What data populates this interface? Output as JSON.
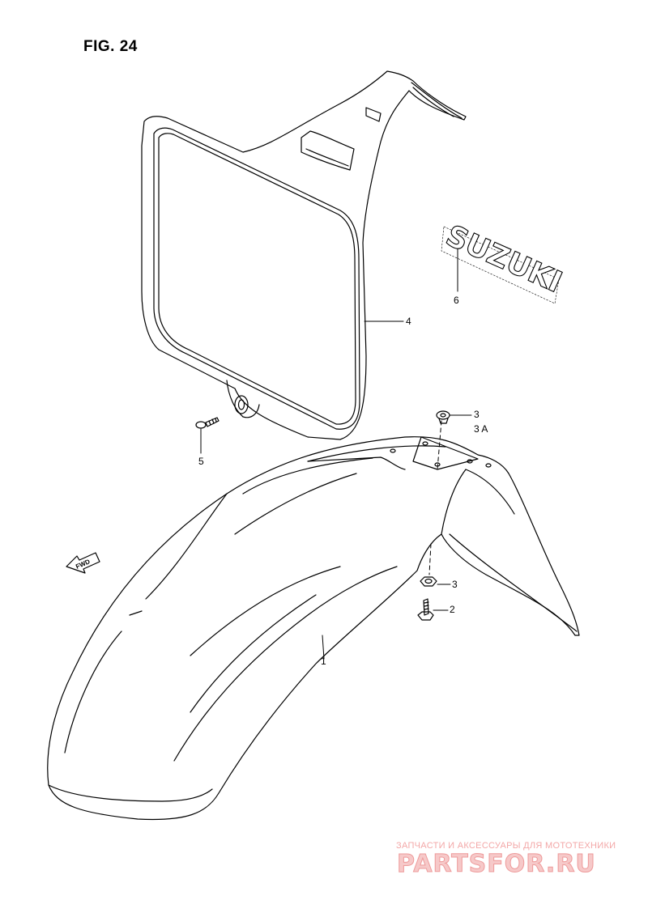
{
  "figure": {
    "title": "FIG. 24"
  },
  "emblem_text": "SUZUKI",
  "fwd_label": "FWD",
  "callouts": {
    "p1": "1",
    "p2": "2",
    "p3_upper": "3",
    "p3a": "3 A",
    "p3_lower": "3",
    "p4": "4",
    "p5": "5",
    "p6": "6"
  },
  "watermark": {
    "line1": "ЗАПЧАСТИ И АКСЕССУАРЫ ДЛЯ МОТОТЕХНИКИ",
    "line2": "PARTSFOR.RU"
  },
  "colors": {
    "line": "#000000",
    "watermark": "#ee9a9a"
  }
}
